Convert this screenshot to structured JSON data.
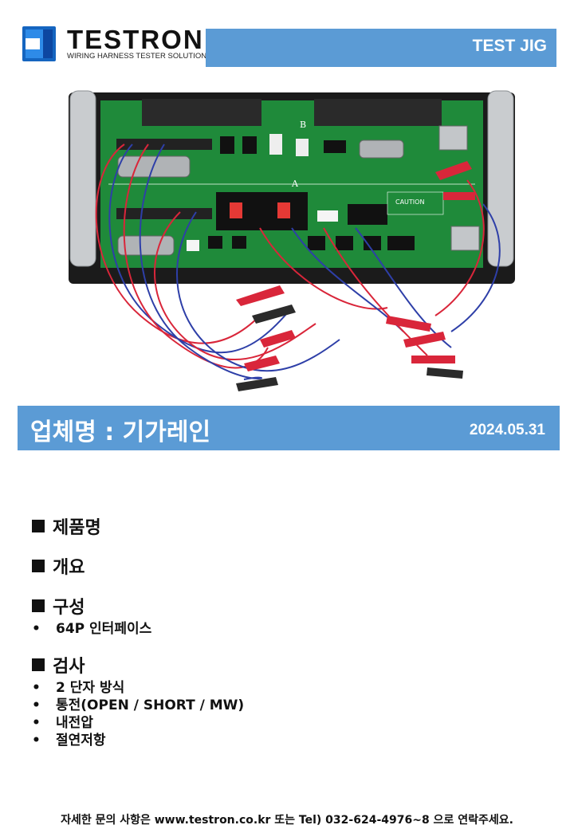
{
  "brand": {
    "name": "TESTRON",
    "tagline": "WIRING HARNESS TESTER SOLUTIONS",
    "color": "#5b9bd5"
  },
  "header": {
    "title": "TEST JIG"
  },
  "photo": {
    "board_markings": {
      "a": "A",
      "b": "B",
      "caution": "CAUTION"
    }
  },
  "company": {
    "label": "업체명 : 기가레인",
    "date": "2024.05.31"
  },
  "sections": [
    {
      "title": "제품명",
      "items": []
    },
    {
      "title": "개요",
      "items": []
    },
    {
      "title": "구성",
      "items": [
        "64P 인터페이스"
      ]
    },
    {
      "title": "검사",
      "items": [
        "2 단자 방식",
        "통전(OPEN / SHORT / MW)",
        "내전압",
        "절연저항"
      ]
    }
  ],
  "footer": {
    "contact": "자세한 문의 사항은 www.testron.co.kr 또는 Tel) 032-624-4976~8 으로 연락주세요."
  }
}
